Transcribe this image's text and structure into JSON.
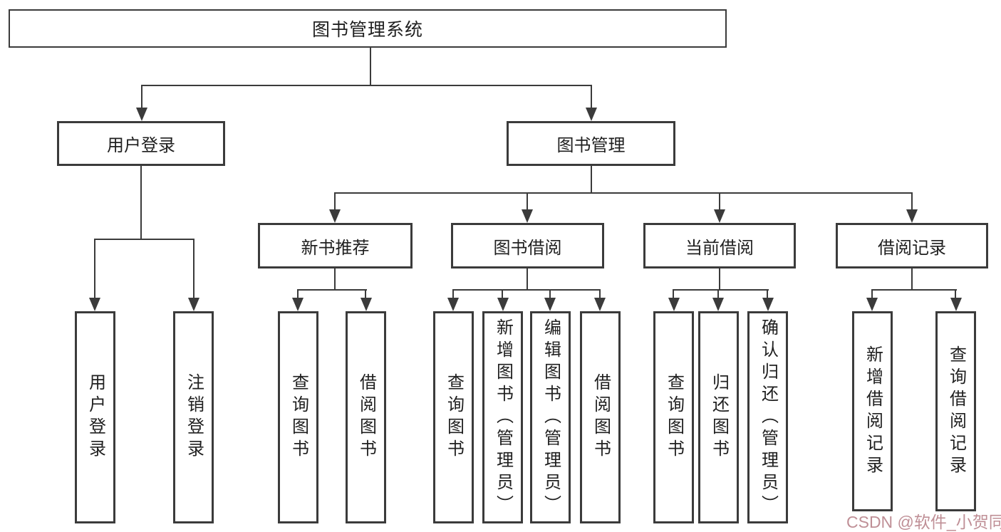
{
  "diagram": {
    "root": {
      "label": "图书管理系统"
    },
    "level2": [
      {
        "label": "用户登录"
      },
      {
        "label": "图书管理"
      }
    ],
    "level3": [
      {
        "label": "新书推荐",
        "parent": "图书管理"
      },
      {
        "label": "图书借阅",
        "parent": "图书管理"
      },
      {
        "label": "当前借阅",
        "parent": "图书管理"
      },
      {
        "label": "借阅记录",
        "parent": "图书管理"
      }
    ],
    "leaves": [
      {
        "label": "用户登录",
        "parent": "用户登录"
      },
      {
        "label": "注销登录",
        "parent": "用户登录"
      },
      {
        "label": "查询图书",
        "parent": "新书推荐"
      },
      {
        "label": "借阅图书",
        "parent": "新书推荐"
      },
      {
        "label": "查询图书",
        "parent": "图书借阅"
      },
      {
        "label": "新增图书（管理员）",
        "parent": "图书借阅"
      },
      {
        "label": "编辑图书（管理员）",
        "parent": "图书借阅"
      },
      {
        "label": "借阅图书",
        "parent": "图书借阅"
      },
      {
        "label": "查询图书",
        "parent": "当前借阅"
      },
      {
        "label": "归还图书",
        "parent": "当前借阅"
      },
      {
        "label": "确认归还（管理员）",
        "parent": "当前借阅"
      },
      {
        "label": "新增借阅记录",
        "parent": "借阅记录"
      },
      {
        "label": "查询借阅记录",
        "parent": "借阅记录"
      }
    ],
    "colors": {
      "line": "#3b3b3b",
      "box_border": "#3b3b3b",
      "text": "#1f1f1f",
      "background": "#ffffff",
      "watermark": "#b9838b"
    }
  },
  "watermark": {
    "text": "CSDN @软件_小贺同学"
  }
}
